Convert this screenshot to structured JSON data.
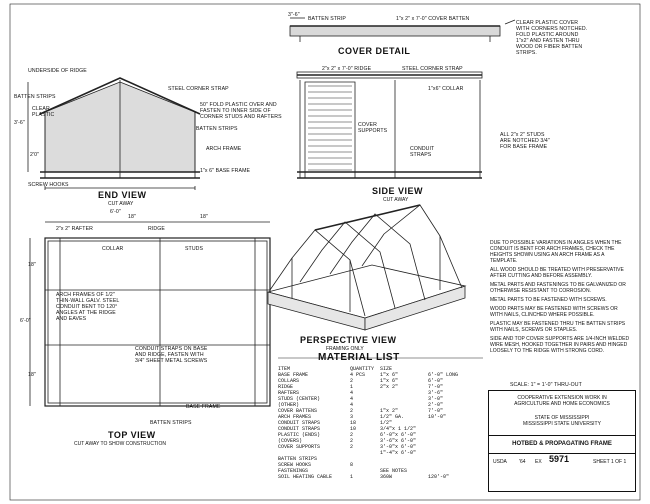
{
  "cover_detail": {
    "title": "COVER DETAIL",
    "batten_strip": "BATTEN STRIP",
    "cover_batten": "1\"x 2\" x 7'-0\" COVER BATTEN",
    "dim_top": "3\"-6\"",
    "note": "CLEAR PLASTIC COVER\nWITH CORNERS NOTCHED.\nFOLD PLASTIC AROUND\n1\"x2\" AND FASTEN THRU\nWOOD OR FIBER BATTEN\nSTRIPS."
  },
  "end_view": {
    "title": "END VIEW",
    "subtitle": "CUT AWAY",
    "underside_of_ridge": "UNDERSIDE OF RIDGE",
    "batten_strips": "BATTEN STRIPS",
    "clear_plastic": "CLEAR\nPLASTIC",
    "steel_corner_strap": "STEEL CORNER STRAP",
    "fold_plastic": "50\" FOLD PLASTIC OVER AND\nFASTEN TO INNER SIDE OF\nCORNER STUDS AND RAFTERS",
    "batten_strips_2": "BATTEN STRIPS",
    "arch_frame": "ARCH FRAME",
    "base_frame": "1\"x 6\" BASE FRAME",
    "screw_hooks": "SCREW HOOKS",
    "dim_height": "3'-6\"",
    "dim_wall": "2'0\"",
    "dim_width": "6'-0\""
  },
  "side_view": {
    "title": "SIDE VIEW",
    "subtitle": "CUT AWAY",
    "ridge": "2\"x 2\" x 7'-0\" RIDGE",
    "steel_corner_strap": "STEEL CORNER STRAP",
    "collar": "1\"x6\" COLLAR",
    "cover_supports": "COVER\nSUPPORTS",
    "conduit_straps": "CONDUIT\nSTRAPS",
    "studs_note": "ALL 2\"x 2\" STUDS\nARE NOTCHED 3/4\"\nFOR BASE FRAME"
  },
  "top_view": {
    "title": "TOP VIEW",
    "subtitle": "CUT AWAY TO SHOW CONSTRUCTION",
    "rafter": "2\"x 2\" RAFTER",
    "ridge": "RIDGE",
    "collar": "COLLAR",
    "studs": "STUDS",
    "arch_frames": "ARCH FRAMES OF 1/2\"\nTHIN-WALL GALV. STEEL\nCONDUIT BENT TO 120°\nANGLES AT THE RIDGE\nAND EAVES",
    "conduit_straps": "CONDUIT STRAPS ON BASE\nAND RIDGE, FASTEN WITH\n3/4\" SHEET METAL SCREWS",
    "base_frame": "BASE FRAME",
    "batten_strips": "BATTEN STRIPS",
    "dim_18a": "18\"",
    "dim_18b": "18\"",
    "dim_18c": "18\"",
    "dim_18d": "18\"",
    "dim_6ft": "6'-0\""
  },
  "perspective_view": {
    "title": "PERSPECTIVE VIEW",
    "subtitle": "FRAMING ONLY"
  },
  "material_list": {
    "title": "MATERIAL LIST",
    "header": [
      "ITEM",
      "QUANTITY",
      "SIZE",
      ""
    ],
    "rows": [
      [
        "BASE FRAME",
        "4 PCS",
        "1\"x 6\"",
        "6'-0\" LONG"
      ],
      [
        "COLLARS",
        "2",
        "1\"x 6\"",
        "6'-0\""
      ],
      [
        "RIDGE",
        "1",
        "2\"x 2\"",
        "7'-0\""
      ],
      [
        "RAFTERS",
        "4",
        "",
        "3'-6\""
      ],
      [
        "STUDS (CENTER)",
        "4",
        "",
        "3'-0\""
      ],
      [
        "(OTHER)",
        "4",
        "",
        "2'-0\""
      ],
      [
        "COVER BATTENS",
        "2",
        "1\"x 2\"",
        "7'-0\""
      ],
      [
        "ARCH FRAMES",
        "3",
        "1/2\" GA.",
        "10'-0\""
      ],
      [
        "CONDUIT STRAPS",
        "18",
        "1/2\"",
        ""
      ],
      [
        "CONDUIT STRAPS",
        "10",
        "3/4\"x 1 1/2\"",
        ""
      ],
      [
        "PLASTIC (ENDS)",
        "2",
        "6'-0\"x 6'-0\"",
        ""
      ],
      [
        "(COVERS)",
        "2",
        "3'-6\"x 6'-0\"",
        ""
      ],
      [
        "COVER SUPPORTS",
        "2",
        "3'-0\"x 6'-0\"",
        ""
      ],
      [
        "",
        "",
        "1\"-4\"x 6'-0\"",
        ""
      ],
      [
        "BATTEN STRIPS",
        "",
        "",
        ""
      ],
      [
        "SCREW HOOKS",
        "8",
        "",
        ""
      ],
      [
        "FASTENINGS",
        "",
        "SEE NOTES",
        ""
      ],
      [
        "SOIL HEATING CABLE",
        "1",
        "360W",
        "120'-0\""
      ]
    ]
  },
  "notes": [
    "DUE TO POSSIBLE VARIATIONS IN ANGLES WHEN THE CONDUIT IS BENT FOR ARCH FRAMES, CHECK THE HEIGHTS SHOWN USING AN ARCH FRAME AS A TEMPLATE.",
    "ALL WOOD SHOULD BE TREATED WITH PRESERVATIVE AFTER CUTTING AND BEFORE ASSEMBLY.",
    "METAL PARTS AND FASTENINGS TO BE GALVANIZED OR OTHERWISE RESISTANT TO CORROSION.",
    "METAL PARTS TO BE FASTENED WITH SCREWS.",
    "WOOD PARTS MAY BE FASTENED WITH SCREWS OR WITH NAILS, CLINCHED WHERE POSSIBLE.",
    "PLASTIC MAY BE FASTENED THRU THE BATTEN STRIPS WITH NAILS, SCREWS OR STAPLES.",
    "SIDE AND TOP COVER SUPPORTS ARE 1/4-INCH WELDED WIRE MESH, HOOKED TOGETHER IN PAIRS AND HINGED LOOSELY TO THE RIDGE WITH STRONG CORD."
  ],
  "title_block": {
    "scale": "SCALE: 1\" = 1'-0\" THRU-OUT",
    "coop": "COOPERATIVE EXTENSION WORK IN\nAGRICULTURE AND HOME ECONOMICS",
    "state": "STATE OF MISSISSIPPI\nMISSISSIPPI STATE UNIVERSITY",
    "name": "HOTBED & PROPAGATING FRAME",
    "usda": "USDA",
    "year": "'64",
    "ex": "EX",
    "number": "5971",
    "sheet": "SHEET 1 OF 1"
  }
}
